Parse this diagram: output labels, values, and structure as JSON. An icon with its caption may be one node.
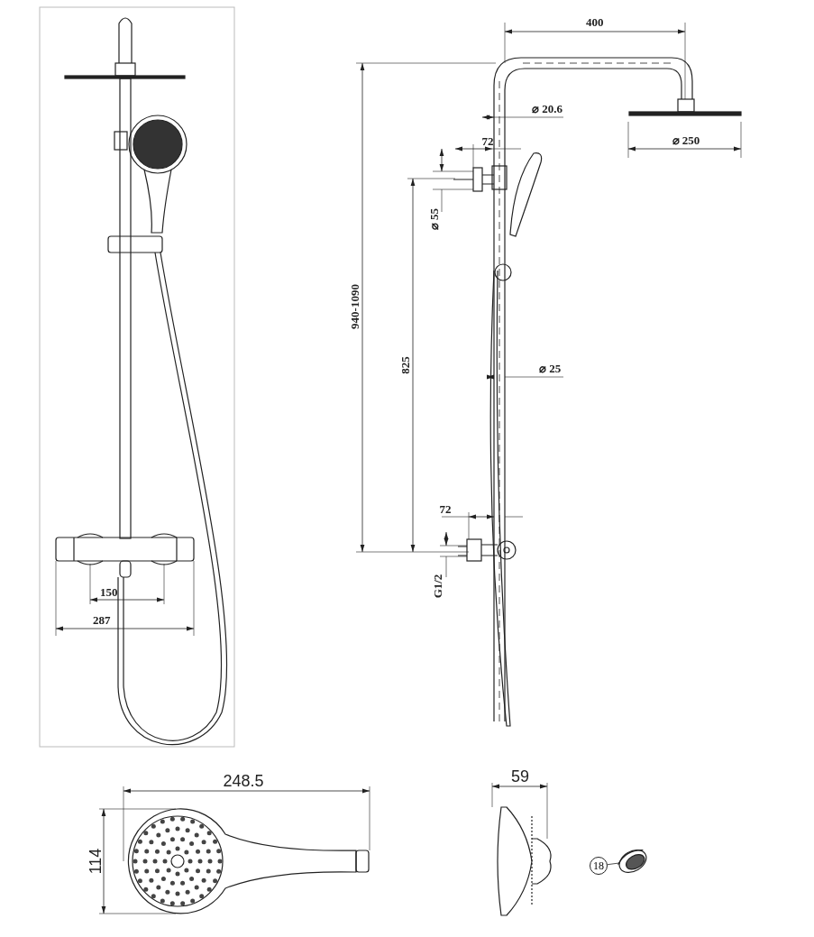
{
  "diagram": {
    "nodes": [
      {
        "text": [
          "18"
        ]
      },
      {
        "text": [],
        "shape": "picture"
      }
    ],
    "edges": [
      {
        "from": 0,
        "to": 1,
        "arrow": "none"
      }
    ],
    "labels": [
      "400",
      "⌀ 20.6",
      "⌀ 250",
      "72",
      "⌀ 55",
      "940-1090",
      "825",
      "⌀ 25",
      "72",
      "G1/2",
      "150",
      "287",
      "248.5",
      "114",
      "59"
    ]
  }
}
